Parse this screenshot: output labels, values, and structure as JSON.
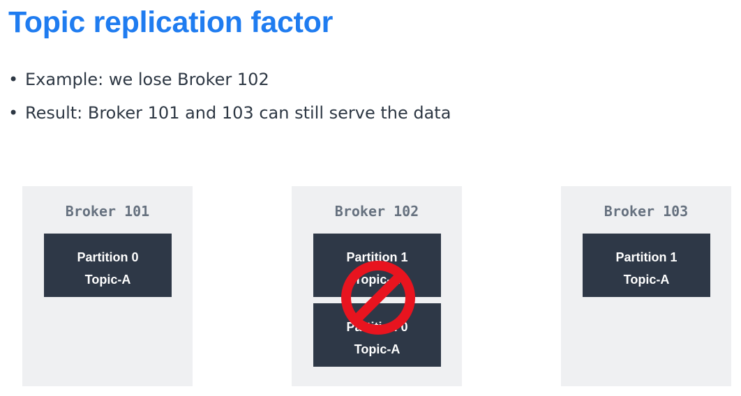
{
  "title": "Topic replication factor",
  "bullets": [
    "Example: we lose Broker 102",
    "Result: Broker 101 and 103 can still serve the data"
  ],
  "brokers": [
    {
      "label": "Broker 101",
      "partitions": [
        {
          "partition": "Partition 0",
          "topic": "Topic-A"
        }
      ]
    },
    {
      "label": "Broker 102",
      "lost": true,
      "partitions": [
        {
          "partition": "Partition 1",
          "topic": "Topic-A"
        },
        {
          "partition": "Partition 0",
          "topic": "Topic-A"
        }
      ]
    },
    {
      "label": "Broker 103",
      "partitions": [
        {
          "partition": "Partition 1",
          "topic": "Topic-A"
        }
      ]
    }
  ],
  "colors": {
    "title": "#1f7cf0",
    "text": "#2d3743",
    "broker_bg": "#eff0f2",
    "broker_label": "#66717f",
    "partition_bg": "#2e3847",
    "partition_text": "#ffffff",
    "no_symbol": "#e8141f"
  },
  "icons": {
    "lost_marker": "no-symbol-icon"
  }
}
